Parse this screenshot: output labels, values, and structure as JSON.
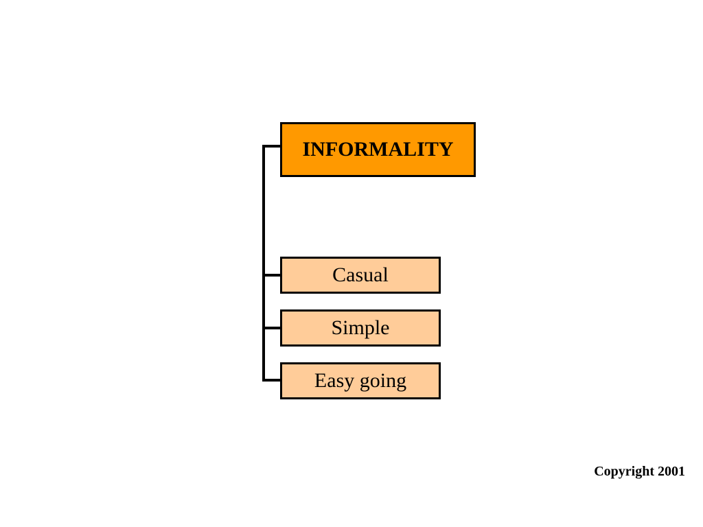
{
  "diagram": {
    "main": {
      "label": "INFORMALITY",
      "fill_color": "#ff9900"
    },
    "children": [
      {
        "label": "Casual"
      },
      {
        "label": "Simple"
      },
      {
        "label": "Easy going"
      }
    ],
    "child_fill_color": "#ffcc99",
    "line_color": "#000000"
  },
  "footer": {
    "copyright": "Copyright 2001"
  }
}
